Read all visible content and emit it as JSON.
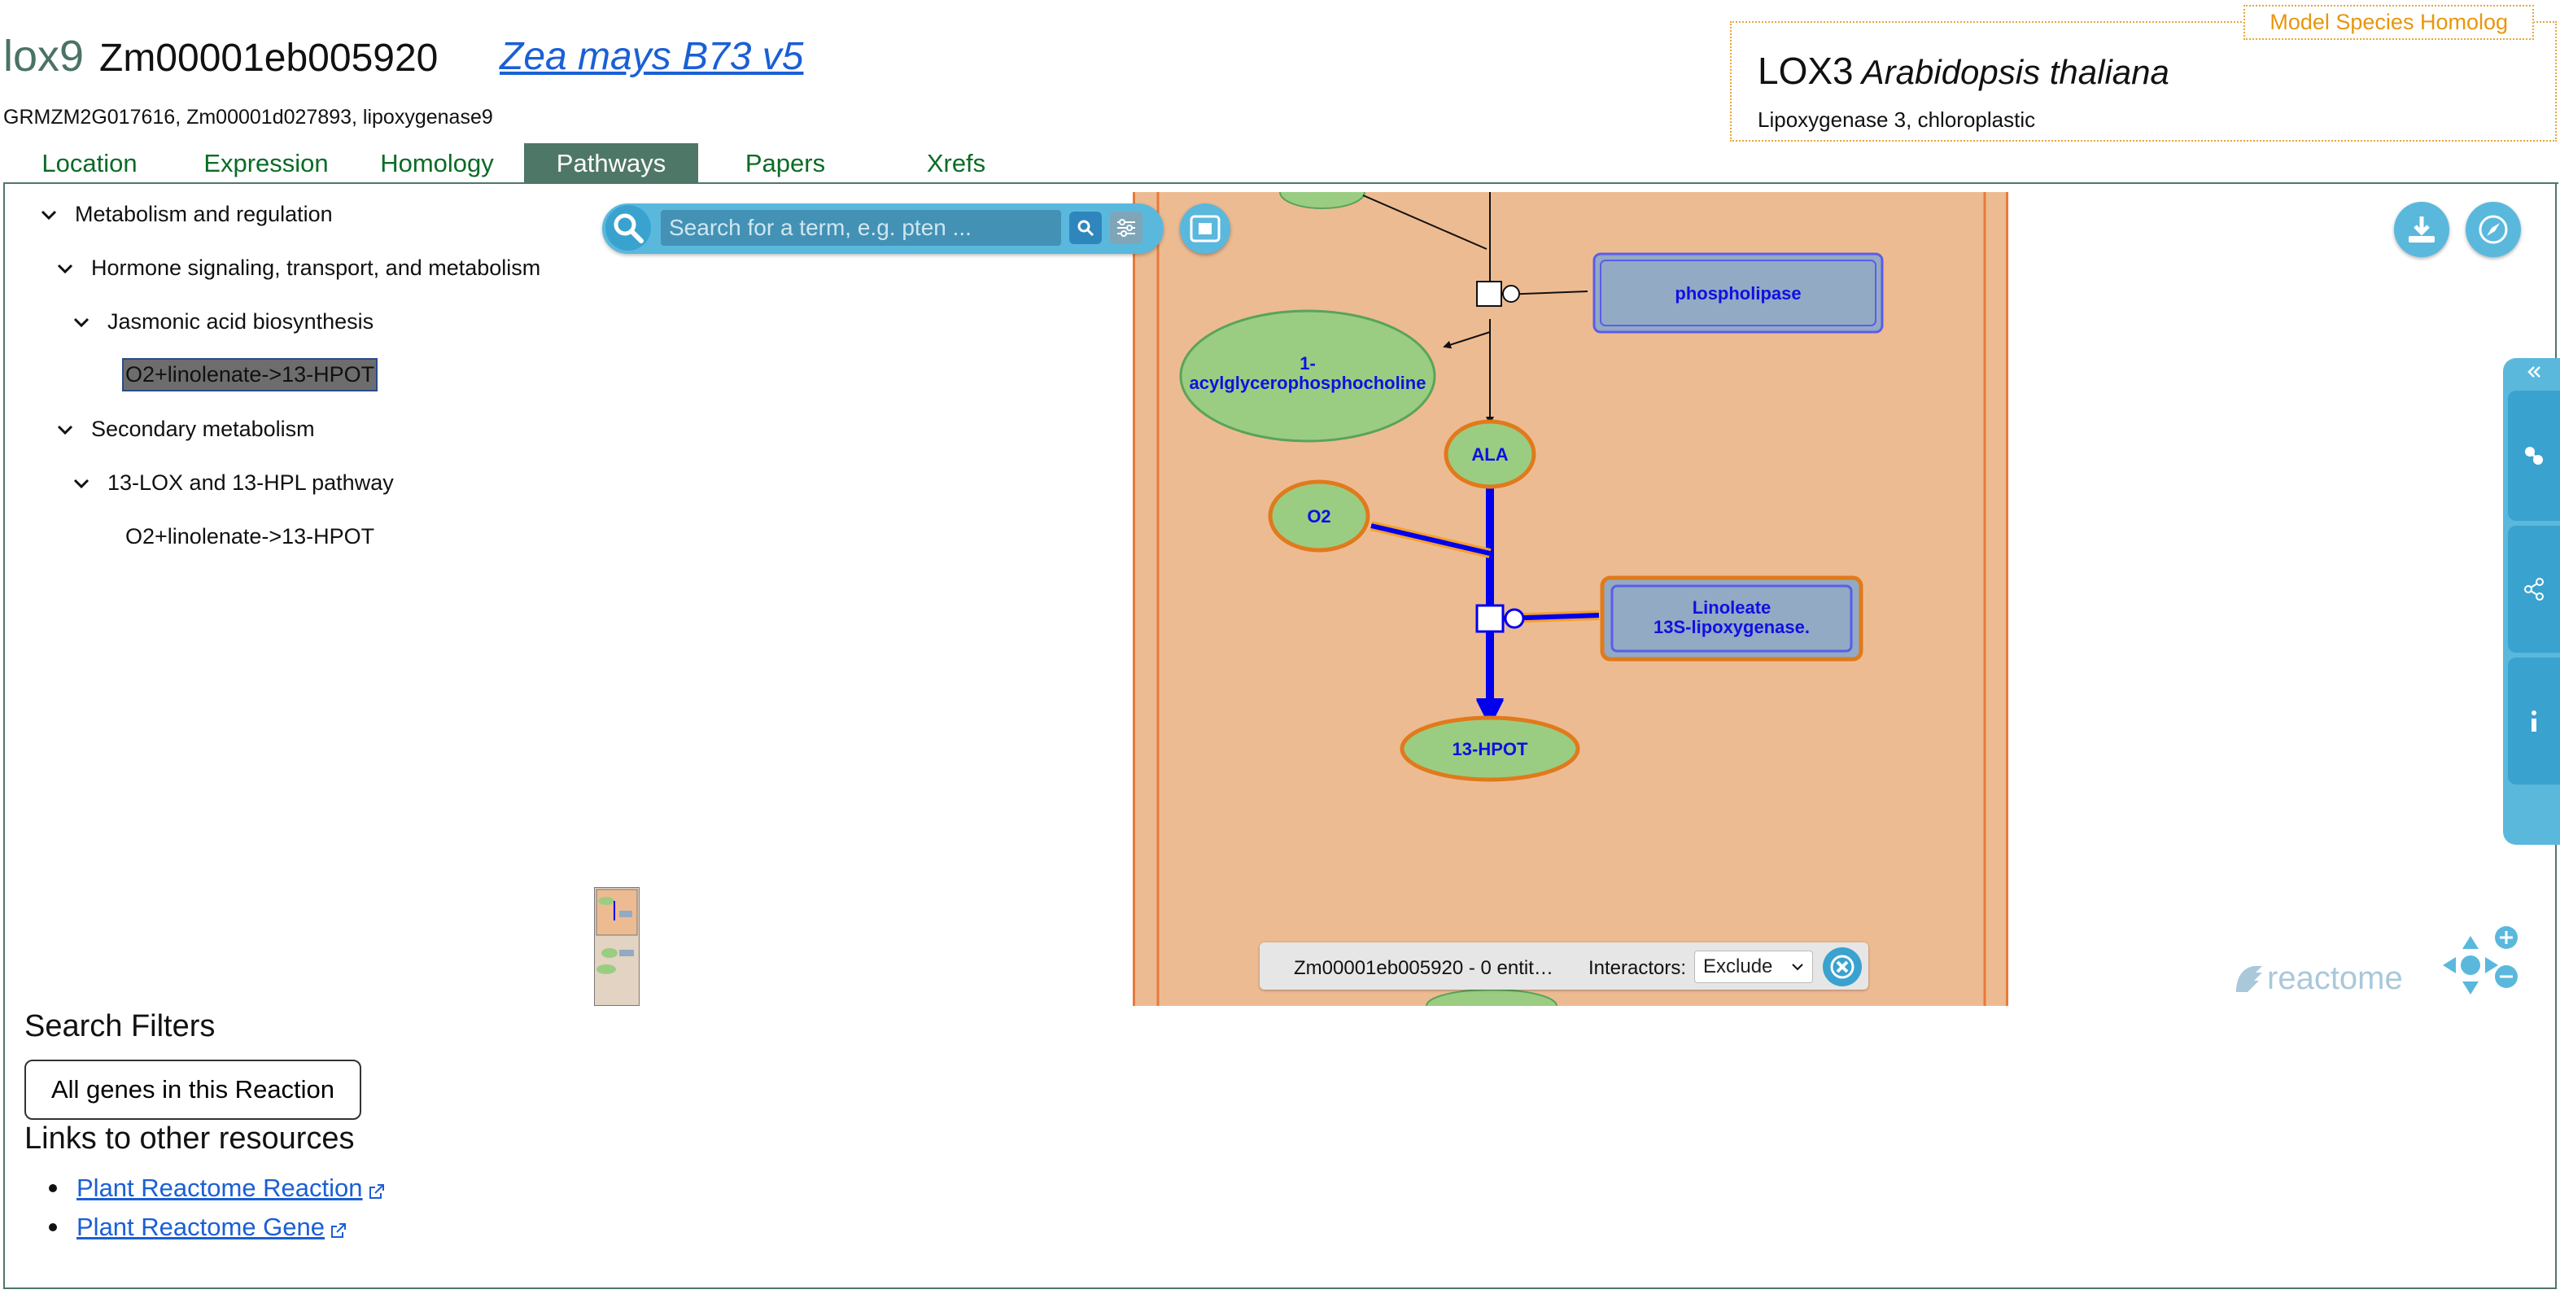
{
  "header": {
    "gene_symbol": "lox9",
    "gene_id": "Zm00001eb005920",
    "genome_link": "Zea mays B73 v5",
    "synonyms": "GRMZM2G017616, Zm00001d027893, lipoxygenase9"
  },
  "homolog": {
    "badge": "Model Species Homolog",
    "symbol": "LOX3",
    "species": "Arabidopsis thaliana",
    "description": "Lipoxygenase 3, chloroplastic"
  },
  "tabs": [
    {
      "label": "Location",
      "active": false
    },
    {
      "label": "Expression",
      "active": false
    },
    {
      "label": "Homology",
      "active": false
    },
    {
      "label": "Pathways",
      "active": true
    },
    {
      "label": "Papers",
      "active": false
    },
    {
      "label": "Xrefs",
      "active": false
    }
  ],
  "tree": [
    {
      "label": "Metabolism and regulation",
      "expanded": true
    },
    {
      "label": "Hormone signaling, transport, and metabolism",
      "expanded": true
    },
    {
      "label": "Jasmonic acid biosynthesis",
      "expanded": true
    },
    {
      "label": "O2+linolenate->13-HPOT",
      "selected": true
    },
    {
      "label": "Secondary metabolism",
      "expanded": true
    },
    {
      "label": "13-LOX and 13-HPL pathway",
      "expanded": true
    },
    {
      "label": "O2+linolenate->13-HPOT",
      "selected": false
    }
  ],
  "viewer": {
    "search_placeholder": "Search for a term, e.g. pten ...",
    "status_text": "Zm00001eb005920 - 0 entit…",
    "interactors_label": "Interactors:",
    "interactors_value": "Exclude",
    "logo_text": "reactome",
    "colors": {
      "panel": "#5ab8dd",
      "compartment": "#edbb92",
      "compartment_border": "#e87a3a",
      "entity_fill": "#9acd82",
      "protein_fill": "#92aac4",
      "highlight": "#0000ee"
    }
  },
  "diagram": {
    "nodes": {
      "phospholipase": "phospholipase",
      "acyl_line1": "1-",
      "acyl_line2": "acylglycerophosphocholine",
      "ala": "ALA",
      "o2": "O2",
      "lox_line1": "Linoleate",
      "lox_line2": "13S-lipoxygenase.",
      "hpot": "13-HPOT"
    }
  },
  "filters": {
    "title": "Search Filters",
    "button": "All genes in this Reaction"
  },
  "links": {
    "title": "Links to other resources",
    "items": [
      "Plant Reactome Reaction",
      "Plant Reactome Gene"
    ]
  }
}
